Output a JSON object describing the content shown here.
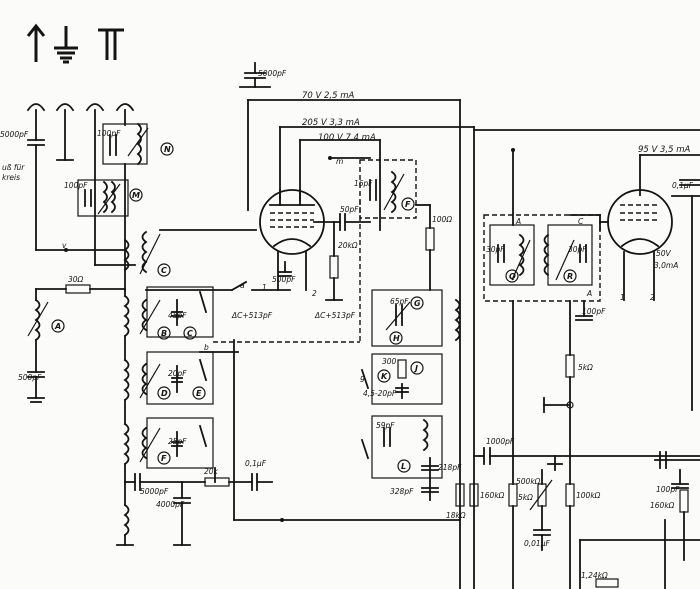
{
  "component_labels": {
    "c5000_top": "5000pF",
    "c5000_left": "5000pF",
    "c100_n": "100pF",
    "c100_m": "100pF",
    "aufl": "uß für",
    "aufl2": "kreis",
    "r30": "30Ω",
    "c500": "500pF",
    "c45": "45pF",
    "c20_d": "20pF",
    "c25_f": "25pF",
    "c5000_b": "5000pF",
    "c4000": "4000pF",
    "r20k": "20k",
    "c01": "0,1μF",
    "c500_tube": "500pF",
    "c_tube": "C",
    "dc513a": "ΔC+513pF",
    "dc513b": "ΔC+513pF",
    "c16": "16pF",
    "c50": "50pF",
    "r20ko": "20kΩ",
    "r100": "100Ω",
    "c65": "65pF",
    "c300": "300",
    "c45_20": "4,5-20pF",
    "c59": "59pF",
    "c218": "218pF",
    "c328": "328pF",
    "r18k": "18kΩ",
    "r160k": "160kΩ",
    "c1000": "1000pF",
    "c30a": "30pF",
    "c30b": "30pF",
    "c100r": "100pF",
    "r5k": "5kΩ",
    "r500k": "500kΩ",
    "r5k2": "5kΩ",
    "r100k": "100kΩ",
    "c001": "0,01μF",
    "c100rr": "100pF",
    "r160k2": "160kΩ",
    "r124": "1,24kΩ",
    "c01r": "0,1μF",
    "v50": "50V",
    "ma30": "3,0mA",
    "num_g": "9",
    "num_1": "1",
    "num_2": "2",
    "num_1b": "1",
    "num_2b": "2",
    "letter_m": "m",
    "letter_b": "b",
    "letter_a": "a",
    "letter_b2": "b",
    "letter_A": "A",
    "letter_C": "C",
    "letter_A2": "A"
  },
  "supply_labels": {
    "s70": "70 V  2,5 mA",
    "s205": "205 V  3,3 mA",
    "s100": "100 V  7,4 mA",
    "s95": "95 V  3,5 mA"
  },
  "circle_tags": [
    "N",
    "M",
    "A",
    "B",
    "C",
    "D",
    "E",
    "F",
    "G",
    "H",
    "J",
    "K",
    "L",
    "C",
    "Q",
    "R",
    "F"
  ]
}
